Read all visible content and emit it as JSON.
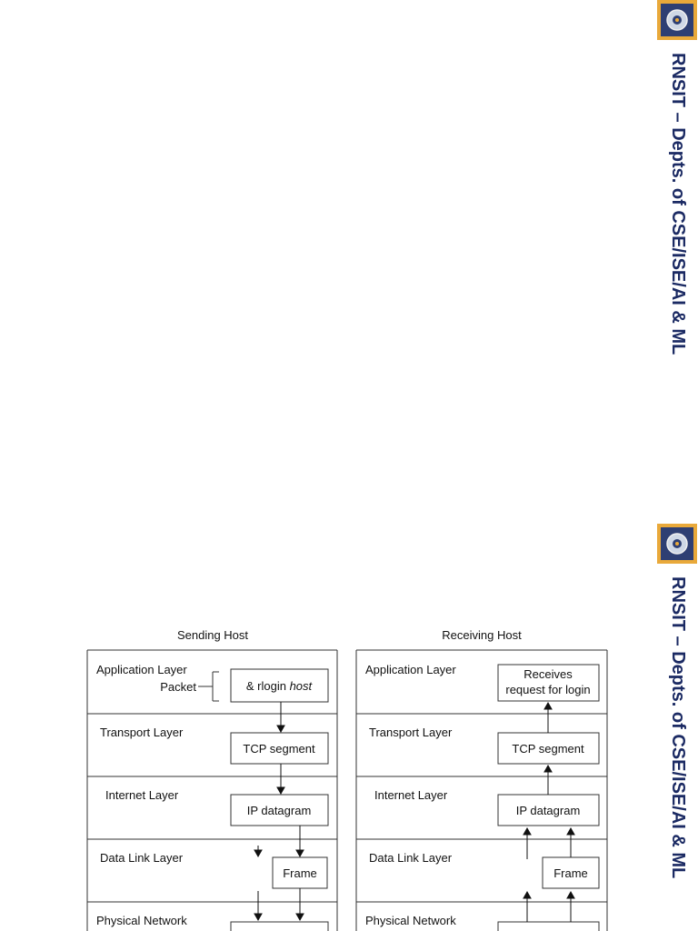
{
  "institution": {
    "name": "RNSIT – Depts. of CSE/ISE/AI & ML"
  },
  "slides": [
    {
      "banner": "RNSIT – Depts. of CSE/ISE/AI & ML"
    },
    {
      "banner": "RNSIT – Depts. of CSE/ISE/AI & ML"
    }
  ],
  "icons": [
    "college-logo-icon"
  ],
  "colors": {
    "banner": "#1b2a63",
    "logo_bg": "#e9a93a",
    "logo_inner": "#2e3f73"
  },
  "diagram": {
    "sending": {
      "title": "Sending Host",
      "layers": {
        "application": "Application Layer",
        "transport": "Transport Layer",
        "internet": "Internet Layer",
        "datalink": "Data Link Layer",
        "physical": "Physical Network"
      },
      "packet_label": "Packet",
      "boxes": {
        "app_prefix": "& rlogin ",
        "app_host": "host",
        "tcp": "TCP segment",
        "ip": "IP datagram",
        "frame": "Frame"
      }
    },
    "receiving": {
      "title": "Receiving Host",
      "layers": {
        "application": "Application Layer",
        "transport": "Transport Layer",
        "internet": "Internet Layer",
        "datalink": "Data Link Layer",
        "physical": "Physical Network"
      },
      "boxes": {
        "receives_line1": "Receives",
        "receives_line2": "request for login",
        "tcp": "TCP segment",
        "ip": "IP datagram",
        "frame": "Frame"
      }
    }
  }
}
